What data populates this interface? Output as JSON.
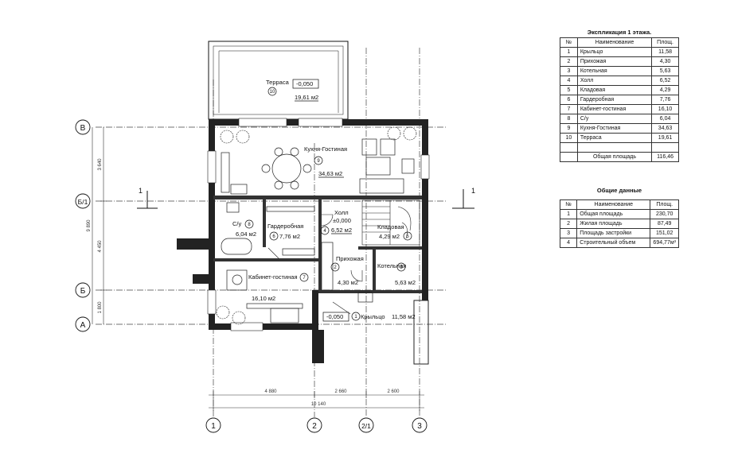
{
  "explication": {
    "title": "Экспликация 1 этажа.",
    "headers": [
      "№",
      "Наименование",
      "Площ."
    ],
    "rows": [
      [
        "1",
        "Крыльцо",
        "11,58"
      ],
      [
        "2",
        "Прихожая",
        "4,30"
      ],
      [
        "3",
        "Котельная",
        "5,63"
      ],
      [
        "4",
        "Холл",
        "6,52"
      ],
      [
        "5",
        "Кладовая",
        "4,29"
      ],
      [
        "6",
        "Гардеробная",
        "7,76"
      ],
      [
        "7",
        "Кабинет-гостиная",
        "16,10"
      ],
      [
        "8",
        "С/у",
        "6,04"
      ],
      [
        "9",
        "Кухня-Гостиная",
        "34,63"
      ],
      [
        "10",
        "Терраса",
        "19,61"
      ],
      [
        "",
        "",
        ""
      ]
    ],
    "total_label": "Общая площадь",
    "total_value": "116,46"
  },
  "general": {
    "title": "Общие данные",
    "headers": [
      "№",
      "Наименование",
      "Площ."
    ],
    "rows": [
      [
        "1",
        "Общая площадь",
        "230,70"
      ],
      [
        "2",
        "Жилая площадь",
        "87,49"
      ],
      [
        "3",
        "Площадь застройки",
        "151,02"
      ],
      [
        "4",
        "Строительный объем",
        "694,77м³"
      ]
    ]
  },
  "axes": {
    "rows": [
      "В",
      "Б/1",
      "Б",
      "А"
    ],
    "cols": [
      "1",
      "2",
      "2/1",
      "3"
    ]
  },
  "dims": {
    "bottom": [
      "4 880",
      "2 660",
      "2 600"
    ],
    "total": "10 140",
    "left": [
      "3 640",
      "4 450",
      "1 800"
    ],
    "left_total": "9 890"
  },
  "section_mark": "1",
  "rooms": {
    "terrace": {
      "name": "Терраса",
      "level": "-0,050",
      "num": "10",
      "area": "19,61 м2"
    },
    "kitchen": {
      "name": "Кухня-Гостиная",
      "num": "9",
      "area": "34,63 м2"
    },
    "hall": {
      "name": "Холл",
      "level": "±0,000",
      "num": "4",
      "area": "6,52 м2"
    },
    "storage": {
      "name": "Кладовая",
      "num": "5",
      "area": "4,29 м2"
    },
    "bath": {
      "name": "С/у",
      "num": "8",
      "area": "6,04 м2"
    },
    "wardrobe": {
      "name": "Гардеробная",
      "num": "6",
      "area": "7,76 м2"
    },
    "entry": {
      "name": "Прихожая",
      "num": "2",
      "area": "4,30 м2"
    },
    "boiler": {
      "name": "Котельная",
      "num": "3",
      "area": "5,63 м2"
    },
    "study": {
      "name": "Кабинет-гостиная",
      "num": "7",
      "area": "16,10 м2"
    },
    "porch": {
      "name": "Крыльцо",
      "level": "-0,050",
      "num": "1",
      "area": "11,58 м2"
    }
  }
}
